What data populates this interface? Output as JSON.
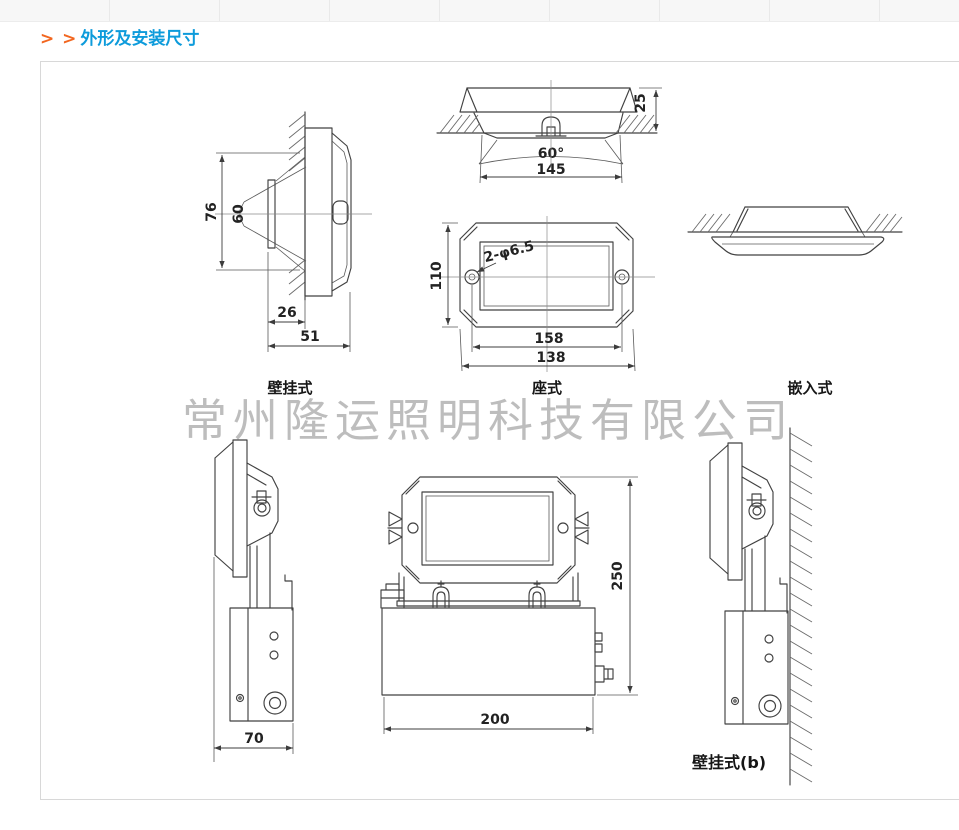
{
  "header": {
    "arrows": "> >",
    "title": "外形及安装尺寸"
  },
  "watermark": "常州隆运照明科技有限公司",
  "labels": {
    "wall_mounted": "壁挂式",
    "seat": "座式",
    "recessed": "嵌入式",
    "wall_mounted_b": "壁挂式(b)"
  },
  "dims": {
    "side_height": "76",
    "side_beam": "60",
    "side_depth_front": "26",
    "side_depth_total": "51",
    "top_rim": "25",
    "top_angle": "60°",
    "top_width": "145",
    "front_height": "110",
    "front_holes": "2-φ6.5",
    "front_span_inner": "158",
    "front_span_outer": "138",
    "b_depth": "70",
    "b_height": "250",
    "b_width": "200"
  },
  "colors": {
    "accent_orange": "#f2661f",
    "accent_blue": "#0d9bdb",
    "line": "#414141",
    "watermark_gray": "#b2b2b2"
  }
}
